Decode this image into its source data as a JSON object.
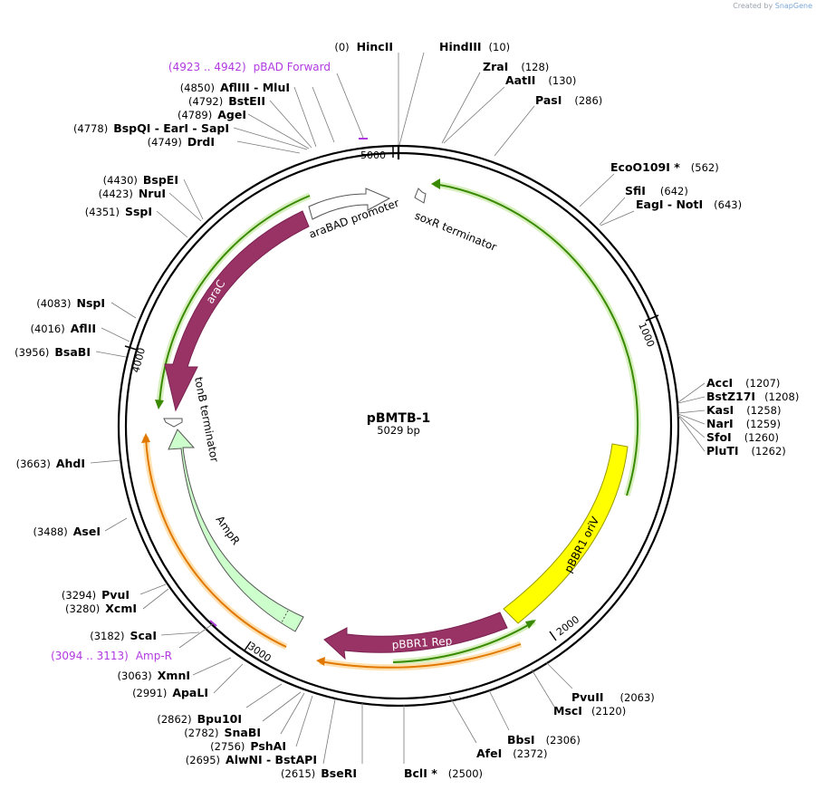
{
  "credit": {
    "prefix": "Created by",
    "brand": "SnapGene"
  },
  "plasmid": {
    "name": "pBMTB-1",
    "length_label": "5029 bp",
    "length": 5029
  },
  "ticks": [
    {
      "label": "1000",
      "pos": 1000
    },
    {
      "label": "2000",
      "pos": 2000
    },
    {
      "label": "3000",
      "pos": 3000
    },
    {
      "label": "4000",
      "pos": 4000
    },
    {
      "label": "5000",
      "pos": 5000
    }
  ],
  "sites": [
    {
      "id": "hincii",
      "name": "HincII",
      "pos_text": "(0)"
    },
    {
      "id": "hindiii",
      "name": "HindIII",
      "pos_text": "(10)"
    },
    {
      "id": "zrai",
      "name": "ZraI",
      "pos_text": "(128)"
    },
    {
      "id": "aatii",
      "name": "AatII",
      "pos_text": "(130)"
    },
    {
      "id": "pasi",
      "name": "PasI",
      "pos_text": "(286)"
    },
    {
      "id": "ecoo109i",
      "name": "EcoO109I *",
      "pos_text": "(562)"
    },
    {
      "id": "sfii",
      "name": "SfiI",
      "pos_text": "(642)"
    },
    {
      "id": "eagi",
      "name": "EagI  - NotI",
      "pos_text": "(643)"
    },
    {
      "id": "acci",
      "name": "AccI",
      "pos_text": "(1207)"
    },
    {
      "id": "bstz17i",
      "name": "BstZ17I",
      "pos_text": "(1208)"
    },
    {
      "id": "kasi",
      "name": "KasI",
      "pos_text": "(1258)"
    },
    {
      "id": "nari",
      "name": "NarI",
      "pos_text": "(1259)"
    },
    {
      "id": "sfoi",
      "name": "SfoI",
      "pos_text": "(1260)"
    },
    {
      "id": "pluti",
      "name": "PluTI",
      "pos_text": "(1262)"
    },
    {
      "id": "pvuii",
      "name": "PvuII",
      "pos_text": "(2063)"
    },
    {
      "id": "msci",
      "name": "MscI",
      "pos_text": "(2120)"
    },
    {
      "id": "bbsi",
      "name": "BbsI",
      "pos_text": "(2306)"
    },
    {
      "id": "afei",
      "name": "AfeI",
      "pos_text": "(2372)"
    },
    {
      "id": "bcli",
      "name": "BclI *",
      "pos_text": "(2500)"
    },
    {
      "id": "bseri",
      "name": "BseRI",
      "pos_text": "(2615)"
    },
    {
      "id": "alwni",
      "name": "AlwNI  - BstAPI",
      "pos_text": "(2695)"
    },
    {
      "id": "pshai",
      "name": "PshAI",
      "pos_text": "(2756)"
    },
    {
      "id": "snabi",
      "name": "SnaBI",
      "pos_text": "(2782)"
    },
    {
      "id": "bpu10i",
      "name": "Bpu10I",
      "pos_text": "(2862)"
    },
    {
      "id": "apali",
      "name": "ApaLI",
      "pos_text": "(2991)"
    },
    {
      "id": "xmni",
      "name": "XmnI",
      "pos_text": "(3063)"
    },
    {
      "id": "scai",
      "name": "ScaI",
      "pos_text": "(3182)"
    },
    {
      "id": "xcmi",
      "name": "XcmI",
      "pos_text": "(3280)"
    },
    {
      "id": "pvui",
      "name": "PvuI",
      "pos_text": "(3294)"
    },
    {
      "id": "asei",
      "name": "AseI",
      "pos_text": "(3488)"
    },
    {
      "id": "ahdi",
      "name": "AhdI",
      "pos_text": "(3663)"
    },
    {
      "id": "bsabi",
      "name": "BsaBI",
      "pos_text": "(3956)"
    },
    {
      "id": "aflii",
      "name": "AflII",
      "pos_text": "(4016)"
    },
    {
      "id": "nspi",
      "name": "NspI",
      "pos_text": "(4083)"
    },
    {
      "id": "sspi",
      "name": "SspI",
      "pos_text": "(4351)"
    },
    {
      "id": "nrui",
      "name": "NruI",
      "pos_text": "(4423)"
    },
    {
      "id": "bspei",
      "name": "BspEI",
      "pos_text": "(4430)"
    },
    {
      "id": "drdi",
      "name": "DrdI",
      "pos_text": "(4749)"
    },
    {
      "id": "bspqi",
      "name": "BspQI  - EarI  - SapI",
      "pos_text": "(4778)"
    },
    {
      "id": "agei",
      "name": "AgeI",
      "pos_text": "(4789)"
    },
    {
      "id": "bsteii",
      "name": "BstEII",
      "pos_text": "(4792)"
    },
    {
      "id": "afliii",
      "name": "AflIII  - MluI",
      "pos_text": "(4850)"
    }
  ],
  "primers": [
    {
      "id": "pbad-forward",
      "name": "pBAD Forward",
      "pos_text": "(4923 .. 4942)"
    },
    {
      "id": "amp-r",
      "name": "Amp-R",
      "pos_text": "(3094 .. 3113)"
    }
  ],
  "features": [
    {
      "id": "arabad-promoter",
      "name": "araBAD promoter",
      "color": "#ffffff"
    },
    {
      "id": "soxr-terminator",
      "name": "soxR terminator",
      "color": "#ffffff"
    },
    {
      "id": "arac",
      "name": "araC",
      "color": "#993366"
    },
    {
      "id": "tonb-terminator",
      "name": "tonB terminator",
      "color": "#ffffff"
    },
    {
      "id": "ampr",
      "name": "AmpR",
      "color": "#ccffcc"
    },
    {
      "id": "pbbr1-oriv",
      "name": "pBBR1 oriV",
      "color": "#ffff00"
    },
    {
      "id": "pbbr1-rep",
      "name": "pBBR1 Rep",
      "color": "#993366"
    }
  ],
  "colors": {
    "primer": "#b03ae0",
    "orf_green": "#3a8a00",
    "orf_orange": "#e07800",
    "backbone": "#000000"
  }
}
